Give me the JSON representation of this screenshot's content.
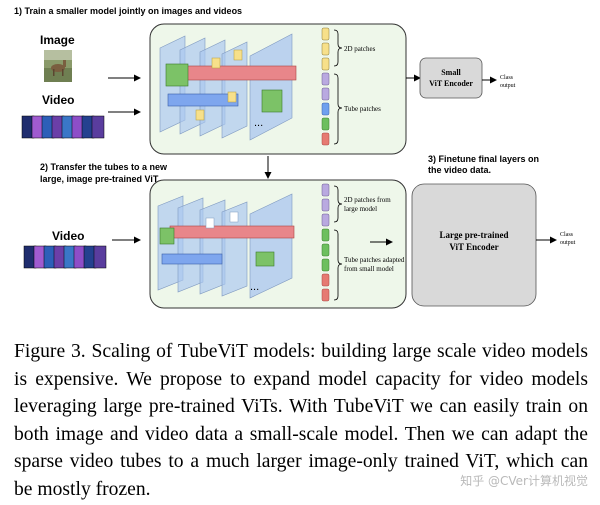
{
  "diagram": {
    "step1_title": "1) Train a smaller model jointly on images and videos",
    "step2_title_line1": "2) Transfer the tubes to a new",
    "step2_title_line2": "large, image pre-trained ViT",
    "step3_title_line1": "3) Finetune final layers on",
    "step3_title_line2": "the video data.",
    "image_label": "Image",
    "video_label_top": "Video",
    "video_label_bottom": "Video",
    "patches_2d": "2D patches",
    "tube_patches": "Tube patches",
    "patches_2d_large_line1": "2D patches from",
    "patches_2d_large_line2": "large model",
    "tube_adapted_line1": "Tube patches adapted",
    "tube_adapted_line2": "from small model",
    "small_encoder_line1": "Small",
    "small_encoder_line2": "ViT Encoder",
    "large_encoder_line1": "Large pre-trained",
    "large_encoder_line2": "ViT Encoder",
    "class_output_line1": "Class",
    "class_output_line2": "output",
    "ellipsis": "...",
    "colors": {
      "panel_fill": "#eef7ea",
      "panel_stroke": "#333333",
      "encoder_fill": "#d9d9d9",
      "token_yellow": "#f7e08a",
      "token_purple": "#b9a9e0",
      "token_blue": "#6fa0ee",
      "token_green": "#6dbf5e",
      "token_red": "#e67a72",
      "plane_blue": "#a9c6ef",
      "tube_red": "#e8868a",
      "tube_green": "#7cc267",
      "tube_blue": "#7ea6ee"
    }
  },
  "caption": "Figure 3. Scaling of TubeViT models: building large scale video models is expensive. We propose to expand model capacity for video models leveraging large pre-trained ViTs. With TubeViT we can easily train on both image and video data a small-scale model. Then we can adapt the sparse video tubes to a much larger image-only trained ViT, which can be mostly frozen.",
  "watermark": "知乎 @CVer计算机视觉"
}
